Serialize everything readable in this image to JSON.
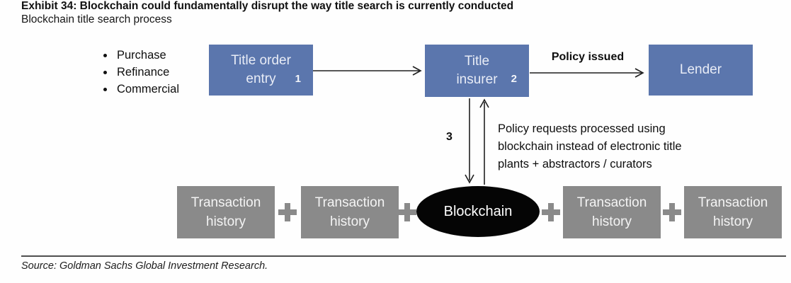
{
  "header": {
    "title": "Exhibit 34: Blockchain could fundamentally disrupt the way title search is currently conducted",
    "subtitle": "Blockchain title search process"
  },
  "bullets": {
    "items": [
      "Purchase",
      "Refinance",
      "Commercial"
    ]
  },
  "flow": {
    "title_order_entry": {
      "line1": "Title order",
      "line2": "entry",
      "step": "1"
    },
    "title_insurer": {
      "line1": "Title",
      "line2": "insurer",
      "step": "2"
    },
    "lender": {
      "label": "Lender"
    },
    "policy_issued_label": "Policy issued",
    "step3_label": "3",
    "annotation": {
      "line1": "Policy requests processed using",
      "line2": "blockchain instead of electronic title",
      "line3": "plants + abstractors / curators"
    }
  },
  "ledger": {
    "blockchain_label": "Blockchain",
    "history_line1": "Transaction",
    "history_line2": "history",
    "plus_symbol": "+"
  },
  "footer": {
    "source": "Source: Goldman Sachs Global Investment Research."
  },
  "colors": {
    "node_blue": "#5b76ad",
    "node_gray": "#8a8a8a",
    "blockchain_black": "#050505",
    "arrow_black": "#1f1f1f"
  }
}
